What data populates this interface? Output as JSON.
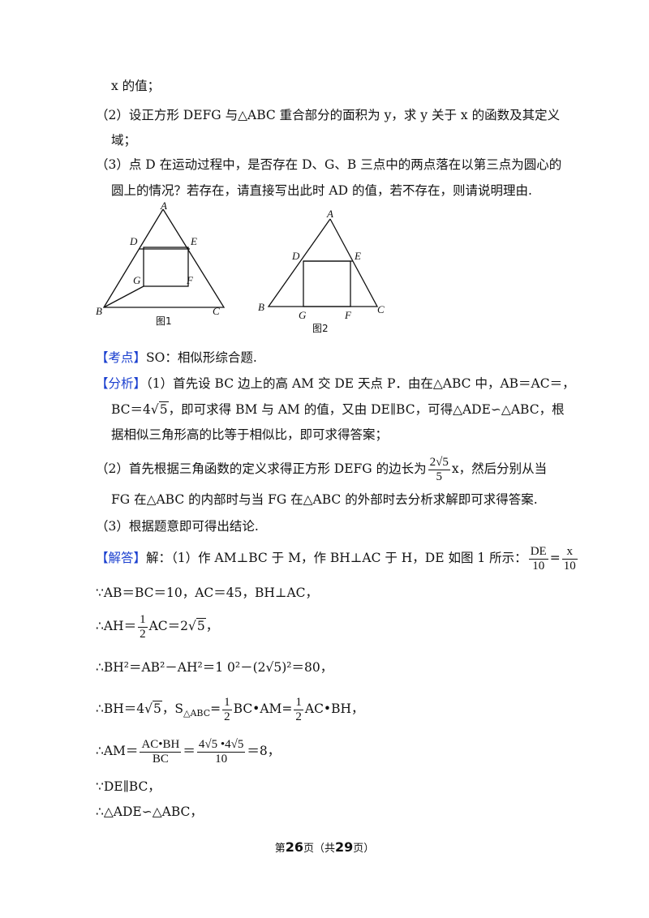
{
  "q_lines": {
    "l1": "x 的值；",
    "l2": "（2）设正方形 DEFG 与△ABC 重合部分的面积为 y，求 y 关于 x 的函数及其定义",
    "l3": "域；",
    "l4": "（3）点 D 在运动过程中，是否存在 D、G、B 三点中的两点落在以第三点为圆心的",
    "l5": "圆上的情况？若存在，请直接写出此时 AD 的值，若不存在，则请说明理由."
  },
  "figure1": {
    "labels": [
      "A",
      "D",
      "E",
      "G",
      "F",
      "B",
      "C"
    ],
    "caption": "图1"
  },
  "figure2": {
    "labels": [
      "A",
      "D",
      "E",
      "B",
      "G",
      "F",
      "C"
    ],
    "caption": "图2"
  },
  "kaodian": {
    "tag": "【考点】",
    "text": "SO：相似形综合题."
  },
  "fenxi": {
    "tag": "【分析】",
    "l1": "（1）首先设 BC 边上的高 AM 交 DE 天点 P．由在△ABC 中，AB＝AC＝，",
    "l2a": "BC＝4",
    "l2rad": "5",
    "l2b": "，即可求得 BM 与 AM 的值，又由 DE∥BC，可得△ADE∽△ABC，根",
    "l3": "据相似三角形高的比等于相似比，即可求得答案；",
    "l4a": "（2）首先根据三角函数的定义求得正方形 DEFG 的边长为",
    "l4num": "2√5",
    "l4den": "5",
    "l4b": "x，然后分别从当",
    "l5": "FG 在△ABC 的内部时与当 FG 在△ABC 的外部时去分析求解即可求得答案.",
    "l6": "（3）根据题意即可得出结论."
  },
  "jieda": {
    "tag": "【解答】",
    "l1": "解：（1）作 AM⊥BC 于 M，作 BH⊥AC 于 H，DE 如图 1 所示：",
    "l1num": "DE",
    "l1den": "10",
    "l1eq": "=",
    "l1num2": "x",
    "l1den2": "10",
    "l2": "∵AB＝BC＝10，AC＝45，BH⊥AC，",
    "l3a": "∴AH＝",
    "l3num": "1",
    "l3den": "2",
    "l3b": "AC＝2",
    "l3rad": "5",
    "l3c": "，",
    "l4": "∴BH²＝AB²－AH²＝1 0²－(2√5)²＝80，",
    "l5a": "∴BH＝4",
    "l5rad": "5",
    "l5b": "，S",
    "l5sub": "△ABC",
    "l5c": "=",
    "l5num1": "1",
    "l5den1": "2",
    "l5d": "BC•AM=",
    "l5num2": "1",
    "l5den2": "2",
    "l5e": "AC•BH，",
    "l6a": "∴AM＝",
    "l6num": "AC•BH",
    "l6den": "BC",
    "l6eq": "＝",
    "l6num2": "4√5 •4√5",
    "l6den2": "10",
    "l6b": "＝8，",
    "l7": "∵DE∥BC，",
    "l8": "∴△ADE∽△ABC，"
  },
  "footer": {
    "pre": "第",
    "page": "26",
    "mid": "页（共",
    "total": "29",
    "post": "页）"
  }
}
